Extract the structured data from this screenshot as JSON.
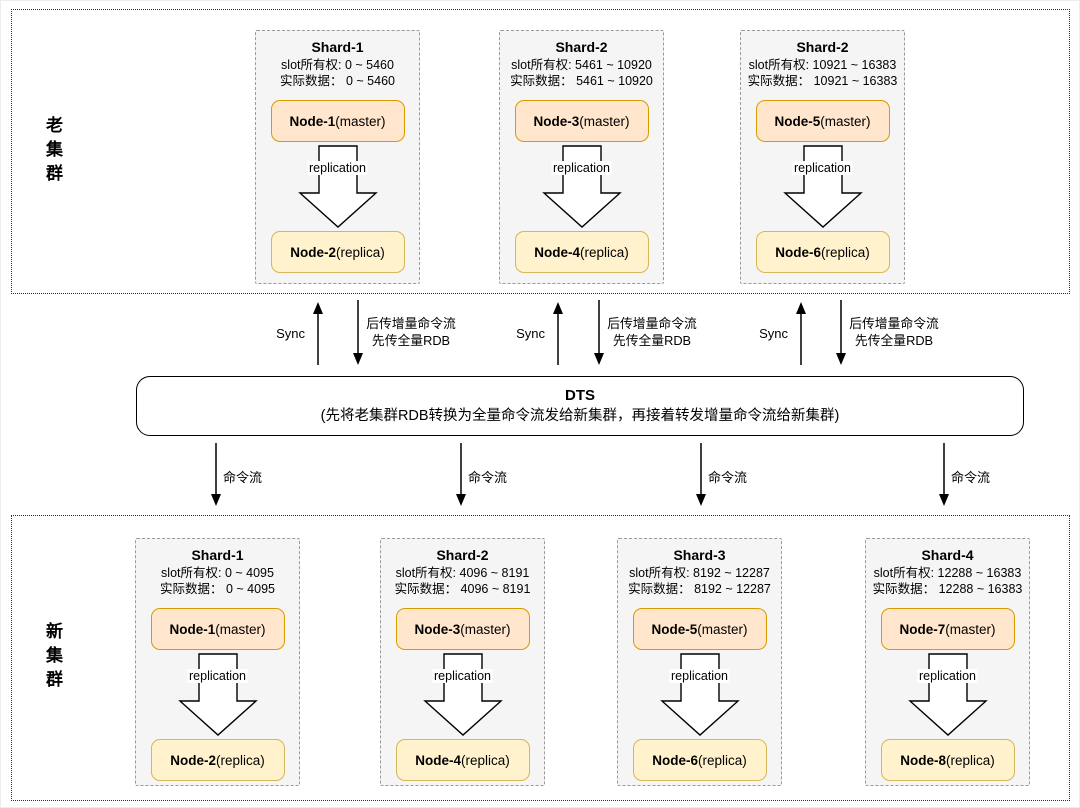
{
  "old_cluster": {
    "label": "老集群",
    "shards": [
      {
        "title": "Shard-1",
        "slot_ownership": "slot所有权: 0 ~ 5460",
        "actual_data": "实际数据： 0 ~ 5460",
        "master_name": "Node-1",
        "master_role": "(master)",
        "replica_name": "Node-2",
        "replica_role": "(replica)"
      },
      {
        "title": "Shard-2",
        "slot_ownership": "slot所有权: 5461 ~ 10920",
        "actual_data": "实际数据： 5461 ~ 10920",
        "master_name": "Node-3",
        "master_role": "(master)",
        "replica_name": "Node-4",
        "replica_role": "(replica)"
      },
      {
        "title": "Shard-2",
        "slot_ownership": "slot所有权: 10921 ~ 16383",
        "actual_data": "实际数据： 10921 ~ 16383",
        "master_name": "Node-5",
        "master_role": "(master)",
        "replica_name": "Node-6",
        "replica_role": "(replica)"
      }
    ]
  },
  "new_cluster": {
    "label": "新集群",
    "shards": [
      {
        "title": "Shard-1",
        "slot_ownership": "slot所有权: 0 ~ 4095",
        "actual_data": "实际数据： 0 ~ 4095",
        "master_name": "Node-1",
        "master_role": "(master)",
        "replica_name": "Node-2",
        "replica_role": "(replica)"
      },
      {
        "title": "Shard-2",
        "slot_ownership": "slot所有权: 4096 ~ 8191",
        "actual_data": "实际数据： 4096 ~ 8191",
        "master_name": "Node-3",
        "master_role": "(master)",
        "replica_name": "Node-4",
        "replica_role": "(replica)"
      },
      {
        "title": "Shard-3",
        "slot_ownership": "slot所有权: 8192 ~ 12287",
        "actual_data": "实际数据： 8192 ~ 12287",
        "master_name": "Node-5",
        "master_role": "(master)",
        "replica_name": "Node-6",
        "replica_role": "(replica)"
      },
      {
        "title": "Shard-4",
        "slot_ownership": "slot所有权: 12288 ~ 16383",
        "actual_data": "实际数据： 12288 ~ 16383",
        "master_name": "Node-7",
        "master_role": "(master)",
        "replica_name": "Node-8",
        "replica_role": "(replica)"
      }
    ]
  },
  "labels": {
    "replication": "replication",
    "sync": "Sync",
    "dts_up_note_line1": "后传增量命令流",
    "dts_up_note_line2": "先传全量RDB",
    "command_flow": "命令流"
  },
  "dts": {
    "title": "DTS",
    "description": "(先将老集群RDB转换为全量命令流发给新集群，再接着转发增量命令流给新集群)"
  },
  "colors": {
    "master_fill": "#ffe6cc",
    "master_stroke": "#d79b00",
    "replica_fill": "#fff2cc",
    "replica_stroke": "#d6b656",
    "shard_fill": "#f5f5f5",
    "shard_stroke": "#9a9a9a",
    "line": "#000000"
  }
}
